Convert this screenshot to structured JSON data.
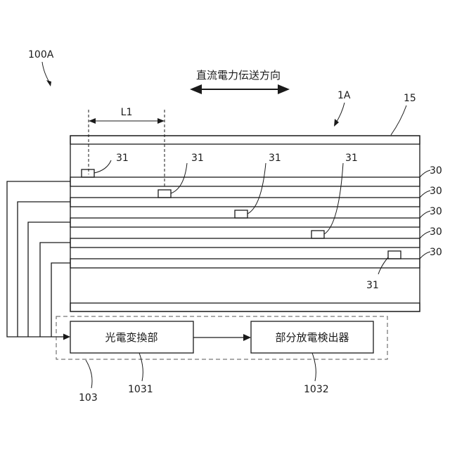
{
  "figure": {
    "system_ref": "100A",
    "direction_label": "直流電力伝送方向",
    "cable_ref": "1A",
    "sheath_ref": "15",
    "distance_label": "L1",
    "sensor_ref": "31",
    "layer_ref": "30",
    "unit_ref": "103",
    "converter": {
      "label": "光電変換部",
      "ref": "1031"
    },
    "detector": {
      "label": "部分放電検出器",
      "ref": "1032"
    }
  }
}
